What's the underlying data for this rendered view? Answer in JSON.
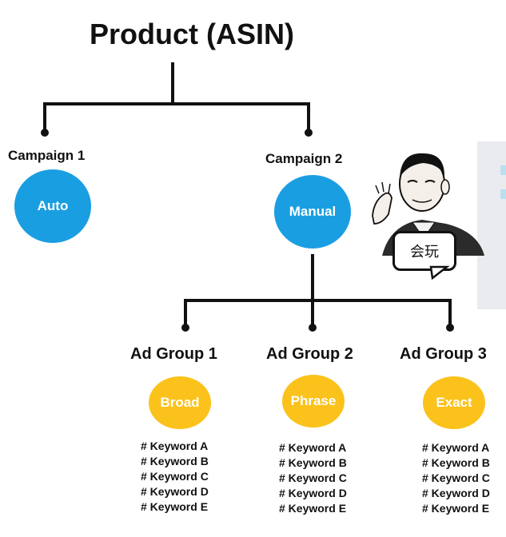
{
  "colors": {
    "blue": "#1a9ee2",
    "gold": "#fbc21b",
    "line": "#111111"
  },
  "title": "Product (ASIN)",
  "campaigns": [
    {
      "label": "Campaign 1",
      "type": "Auto"
    },
    {
      "label": "Campaign 2",
      "type": "Manual"
    }
  ],
  "ad_groups": [
    {
      "label": "Ad Group 1",
      "match": "Broad",
      "keywords": [
        "# Keyword A",
        "# Keyword B",
        "# Keyword C",
        "# Keyword D",
        "# Keyword E"
      ]
    },
    {
      "label": "Ad Group 2",
      "match": "Phrase",
      "keywords": [
        "# Keyword A",
        "# Keyword B",
        "# Keyword C",
        "# Keyword D",
        "# Keyword E"
      ]
    },
    {
      "label": "Ad Group 3",
      "match": "Exact",
      "keywords": [
        "# Keyword A",
        "# Keyword B",
        "# Keyword C",
        "# Keyword D",
        "# Keyword E"
      ]
    }
  ],
  "meme": {
    "caption": "会玩",
    "icon": "man-clapping-meme-icon"
  }
}
